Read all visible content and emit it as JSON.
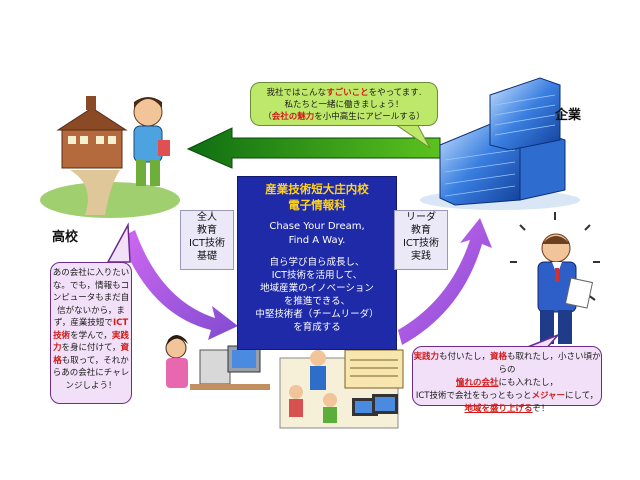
{
  "center": {
    "title_line1": "産業技術短大庄内校",
    "title_line2": "電子情報科",
    "slogan_line1": "Chase Your Dream,",
    "slogan_line2": "Find A Way.",
    "desc_lines": [
      "自ら学び自ら成長し、",
      "ICT技術を活用して、",
      "地域産業のイノベーション",
      "を推進できる、",
      "中堅技術者（チームリーダ）",
      "を育成する"
    ]
  },
  "labels": {
    "company": "企業",
    "highschool": "高校",
    "left_box": [
      "全人",
      "教育",
      "ICT技術",
      "基礎"
    ],
    "right_box": [
      "リーダ",
      "教育",
      "ICT技術",
      "実践"
    ]
  },
  "top_bubble": {
    "l1_a": "我社ではこんな",
    "l1_b": "すごいこと",
    "l1_c": "をやってます.",
    "l2": "私たちと一緒に働きましょう！",
    "l3_a": "（",
    "l3_b": "会社の魅力",
    "l3_c": "を小中高生にアピールする）"
  },
  "left_bubble": {
    "p1": "あの会社に入りたいな。でも，情報もコンピュータもまだ自信がないから，まず，産業技短で",
    "r1": "ICT技術",
    "p2": "を学んで，",
    "r2": "実践力",
    "p3": "を身に付けて，",
    "r3": "資格",
    "p4": "も取って，それからあの会社にチャレンジしよう！"
  },
  "right_bubble": {
    "r1": "実践力",
    "p1": "も付いたし，",
    "r2": "資格",
    "p2": "も取れたし，小さい頃からの",
    "r3": "憧れの会社",
    "p3": "にも入れたし，",
    "p4": "ICT技術で会社をもっともっと",
    "r4": "メジャー",
    "p5": "にして，",
    "r5": "地域を盛り上げる",
    "p6": "ぞ！"
  },
  "colors": {
    "center_bg": "#1e2aa8",
    "center_title": "#ffd21e",
    "green_bubble": "#bde86a",
    "purple_bubble": "#f1e0f7",
    "highlight_red": "#d11a1a"
  }
}
